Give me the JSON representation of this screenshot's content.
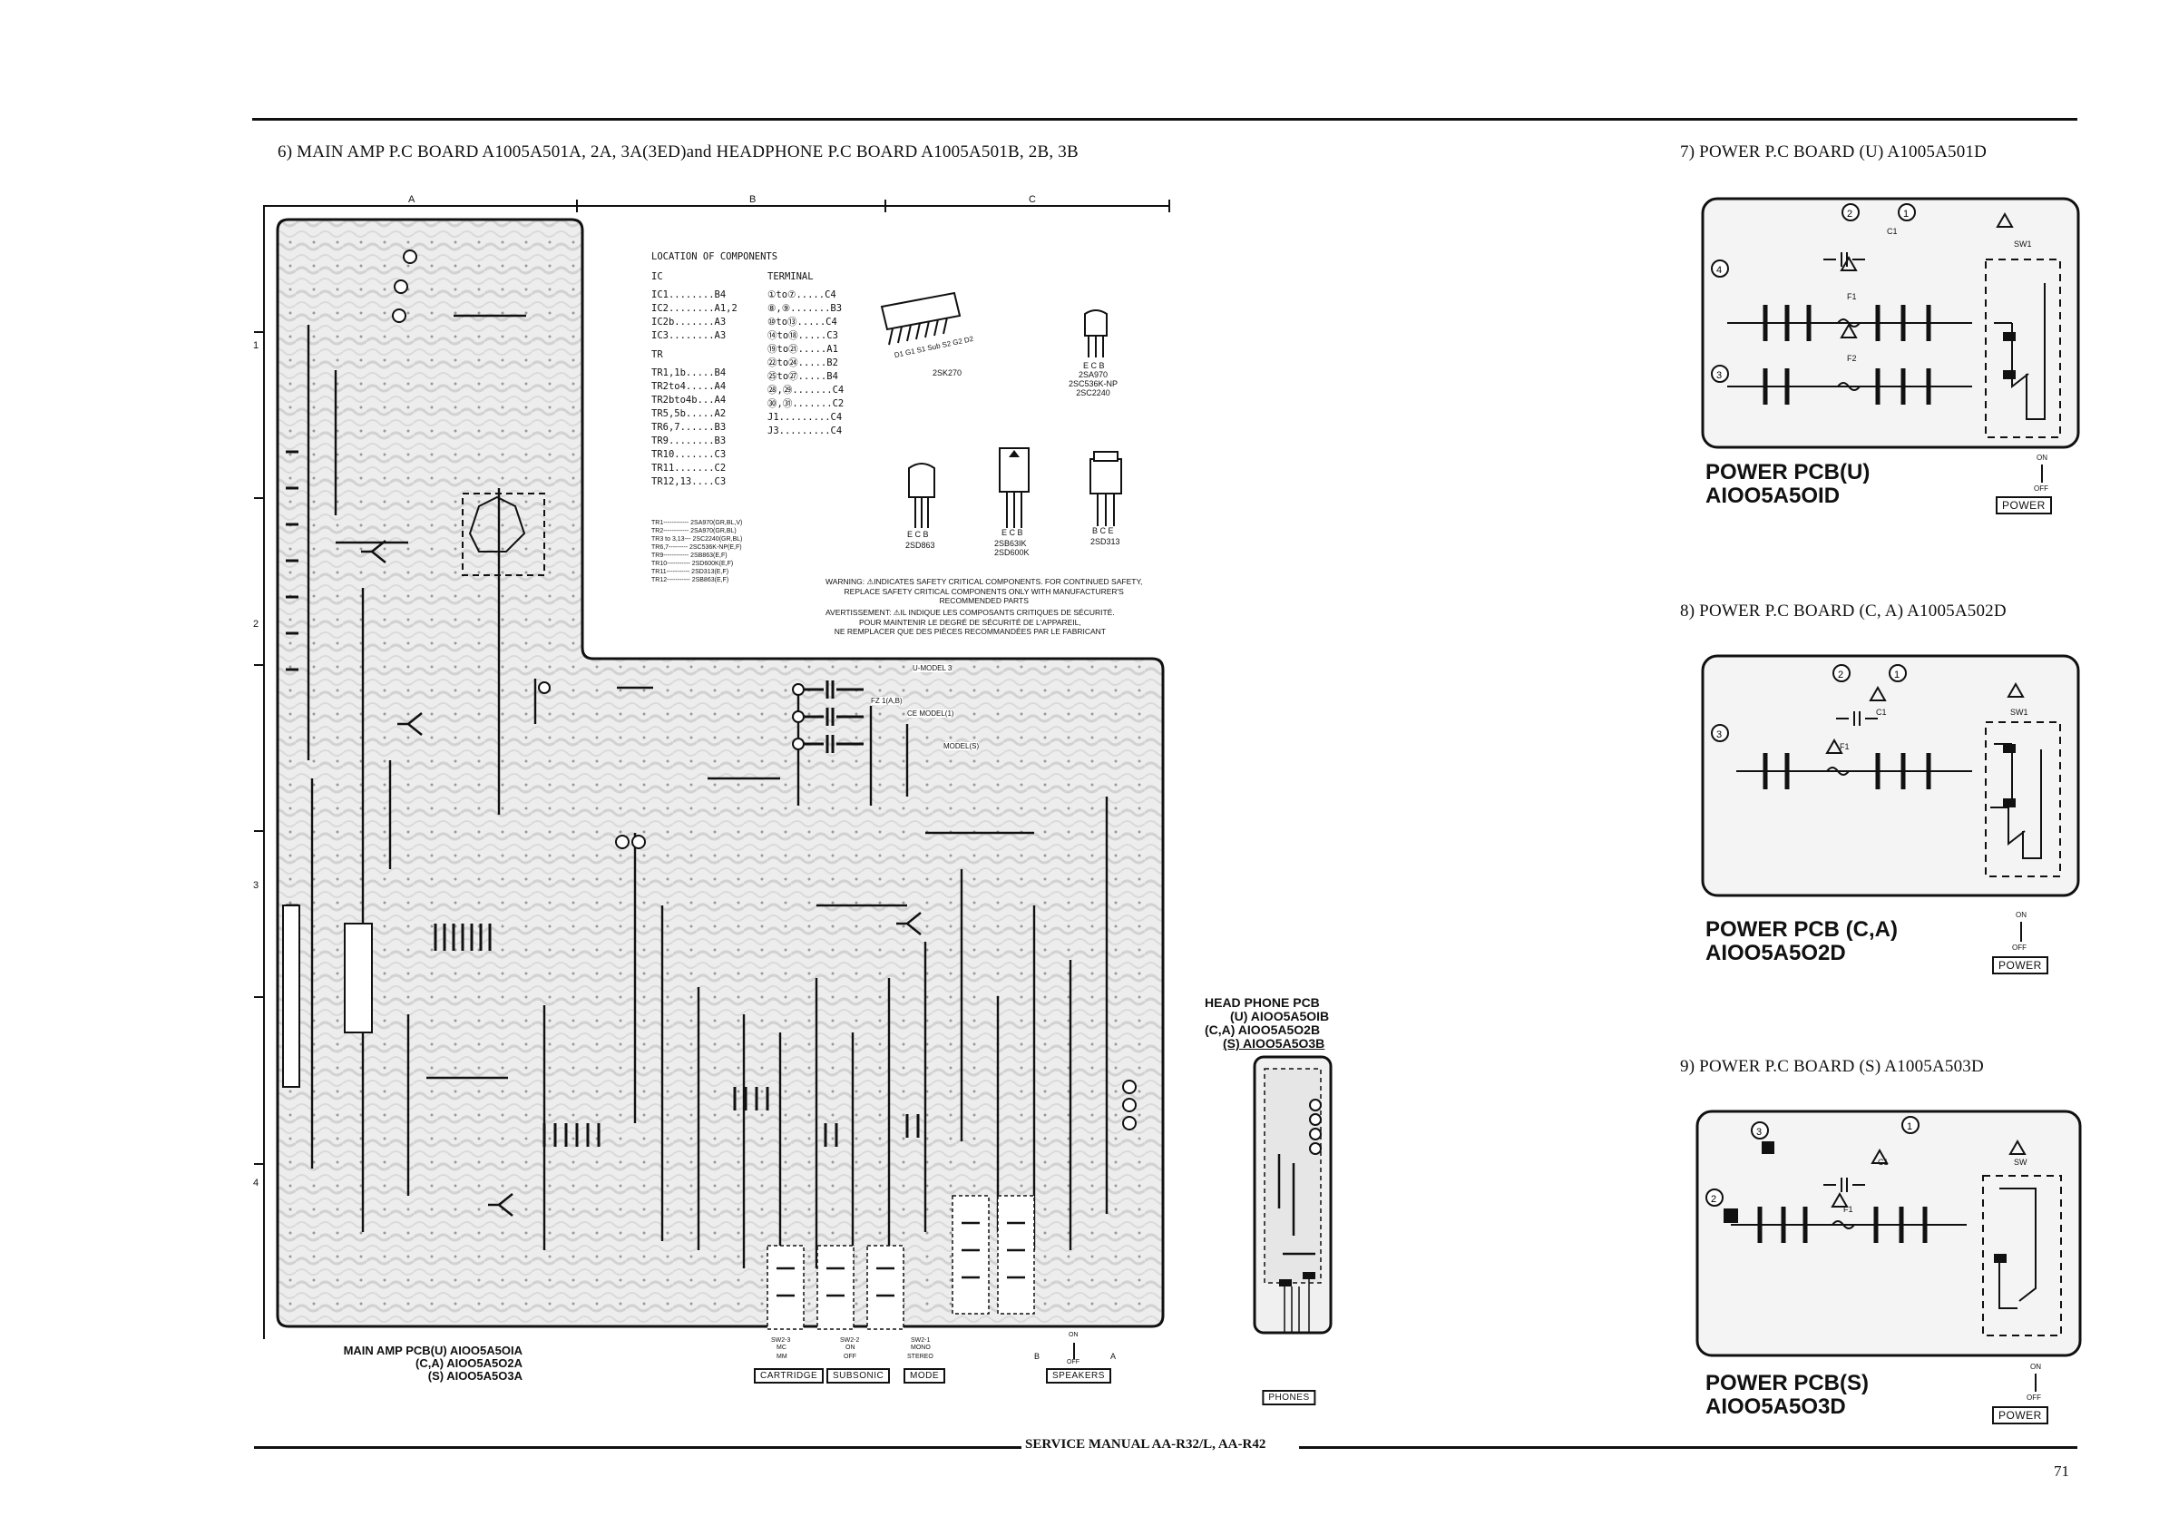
{
  "header": {
    "main_title": "6) MAIN AMP P.C BOARD A1005A501A, 2A, 3A(3ED)and HEADPHONE P.C BOARD A1005A501B, 2B, 3B",
    "power_u_title": "7) POWER P.C BOARD (U) A1005A501D",
    "power_ca_title": "8) POWER P.C BOARD (C, A) A1005A502D",
    "power_s_title": "9) POWER P.C BOARD (S) A1005A503D"
  },
  "grid": {
    "columns": [
      "A",
      "B",
      "C"
    ],
    "rows": [
      "1",
      "2",
      "3",
      "4"
    ]
  },
  "location": {
    "heading": "LOCATION OF COMPONENTS",
    "ic_header": "IC",
    "terminal_header": "TERMINAL",
    "tr_header": "TR",
    "ic_rows": [
      "IC1........B4",
      "IC2........A1,2",
      "IC2b.......A3",
      "IC3........A3"
    ],
    "tr_rows": [
      "TR1,1b.....B4",
      "TR2to4.....A4",
      "TR2bto4b...A4",
      "TR5,5b.....A2",
      "TR6,7......B3",
      "TR9........B3",
      "TR10.......C3",
      "TR11.......C2",
      "TR12,13....C3"
    ],
    "terminal_rows": [
      "①to⑦.....C4",
      "⑧,⑨.......B3",
      "⑩to⑬.....C4",
      "⑭to⑱.....C3",
      "⑲to㉑.....A1",
      "㉒to㉔.....B2",
      "㉕to㉗.....B4",
      "㉘,㉙.......C4",
      "㉚,㉛.......C2",
      "J1.........C4",
      "J3.........C4"
    ]
  },
  "transistor_list": [
    "TR1------------ 2SA970(GR,BL,V)",
    "TR2------------ 2SA970(GR,BL)",
    "TR3 to 3,13--- 2SC2240(GR,BL)",
    "TR6,7--------- 2SC536K-NP(E,F)",
    "TR9------------ 2SB863(E,F)",
    "TR10----------- 2SD600K(E,F)",
    "TR11----------- 2SD313(E,F)",
    "TR12----------- 2SB863(E,F)"
  ],
  "parts": {
    "fet_pins": "D1 G1 S1 Sub S2 G2 D2",
    "fet_name": "2SK270",
    "to92_pins": "E C B",
    "to92_names": [
      "2SA970",
      "2SC536K-NP",
      "2SC2240"
    ],
    "part_2sd863_pins": "E C B",
    "part_2sd863": "2SD863",
    "part_2sb863_pins": "E C B",
    "part_2sb863": [
      "2SB63IK",
      "2SD600K"
    ],
    "part_2sd313_pins": "B C E",
    "part_2sd313": "2SD313"
  },
  "warning": {
    "en": [
      "WARNING: ⚠INDICATES SAFETY CRITICAL COMPONENTS. FOR CONTINUED SAFETY,",
      "REPLACE SAFETY CRITICAL COMPONENTS ONLY WITH MANUFACTURER'S",
      "RECOMMENDED PARTS"
    ],
    "fr": [
      "AVERTISSEMENT: ⚠IL INDIQUE LES COMPOSANTS CRITIQUES DE SÉCURITÉ.",
      "POUR MAINTENIR LE DEGRÉ DE SÉCURITÉ DE L'APPAREIL,",
      "NE REMPLACER QUE DES PIÈCES RECOMMANDÉES PAR LE FABRICANT"
    ]
  },
  "main_board": {
    "label_line1": "MAIN AMP PCB(U) AIOO5A5OIA",
    "label_line2": "(C,A) AIOO5A5O2A",
    "label_line3": "(S) AIOO5A5O3A",
    "switches": [
      {
        "top": "SW2-3",
        "sub": "MC",
        "sub2": "MM",
        "box": "CARTRIDGE"
      },
      {
        "top": "SW2-2",
        "sub": "ON",
        "sub2": "OFF",
        "box": "SUBSONIC"
      },
      {
        "top": "SW2-1",
        "sub": "MONO",
        "sub2": "STEREO",
        "box": "MODE"
      }
    ],
    "speakers": {
      "on": "ON",
      "b": "B",
      "off": "OFF",
      "a": "A",
      "box": "SPEAKERS"
    },
    "model_notes": [
      "U-MODEL 3",
      "FZ 1(A,B)",
      "CE MODEL(1)",
      "MODEL(S)"
    ]
  },
  "headphone_board": {
    "line1": "HEAD PHONE PCB",
    "line2": "(U) AIOO5A5OIB",
    "line3": "(C,A) AIOO5A5O2B",
    "line4": "(S) AIOO5A5O3B",
    "box": "PHONES"
  },
  "power_u": {
    "label1": "POWER PCB(U)",
    "label2": "AIOO5A5OID",
    "switch_on": "ON",
    "switch_off": "OFF",
    "box": "POWER",
    "parts": [
      "C1",
      "F1",
      "F2",
      "SW1"
    ]
  },
  "power_ca": {
    "label1": "POWER PCB (C,A)",
    "label2": "AIOO5A5O2D",
    "switch_on": "ON",
    "switch_off": "OFF",
    "box": "POWER",
    "parts": [
      "C1",
      "F1",
      "SW1"
    ]
  },
  "power_s": {
    "label1": "POWER PCB(S)",
    "label2": "AIOO5A5O3D",
    "switch_on": "ON",
    "switch_off": "OFF",
    "box": "POWER",
    "parts": [
      "C1",
      "F1",
      "SW"
    ]
  },
  "footer": {
    "manual": "SERVICE MANUAL AA-R32/L, AA-R42",
    "page": "71"
  }
}
